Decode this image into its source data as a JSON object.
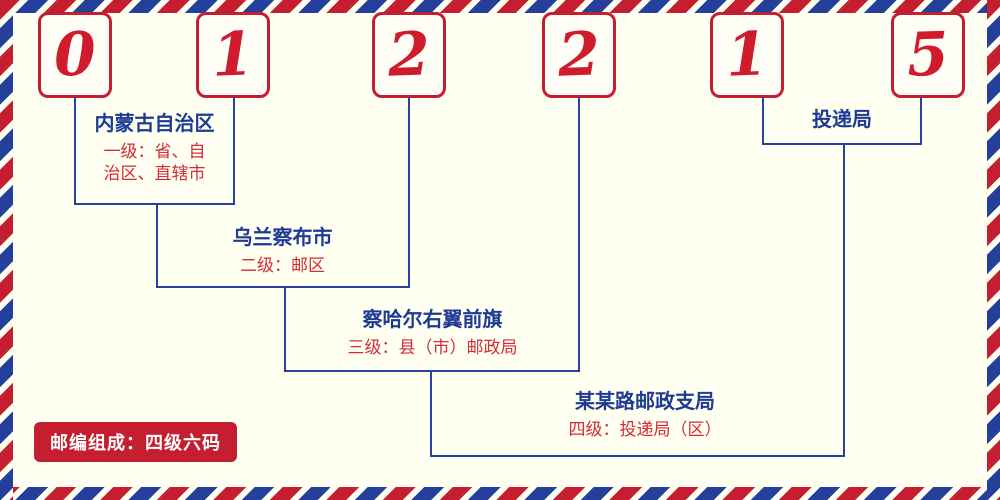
{
  "postal_code": {
    "digits": [
      "0",
      "1",
      "2",
      "2",
      "1",
      "5"
    ]
  },
  "labels": {
    "level1": {
      "title": "内蒙古自治区",
      "desc_lines": [
        "一级：省、自",
        "治区、直辖市"
      ]
    },
    "level2": {
      "title": "乌兰察布市",
      "desc": "二级：邮区"
    },
    "level3": {
      "title": "察哈尔右翼前旗",
      "desc": "三级：县（市）邮政局"
    },
    "level4": {
      "title": "某某路邮政支局",
      "desc": "四级：投递局（区）"
    },
    "level5": {
      "title": "投递局"
    }
  },
  "badge": {
    "text": "邮编组成：四级六码"
  },
  "colors": {
    "red": "#c41e30",
    "blue": "#24409a",
    "digit_red": "#cf1b2b",
    "line_blue": "#2b3f9e",
    "title_blue": "#1d3a94",
    "desc_red": "#d22c35",
    "background": "#fffff2",
    "badge_red": "#c41e30"
  }
}
